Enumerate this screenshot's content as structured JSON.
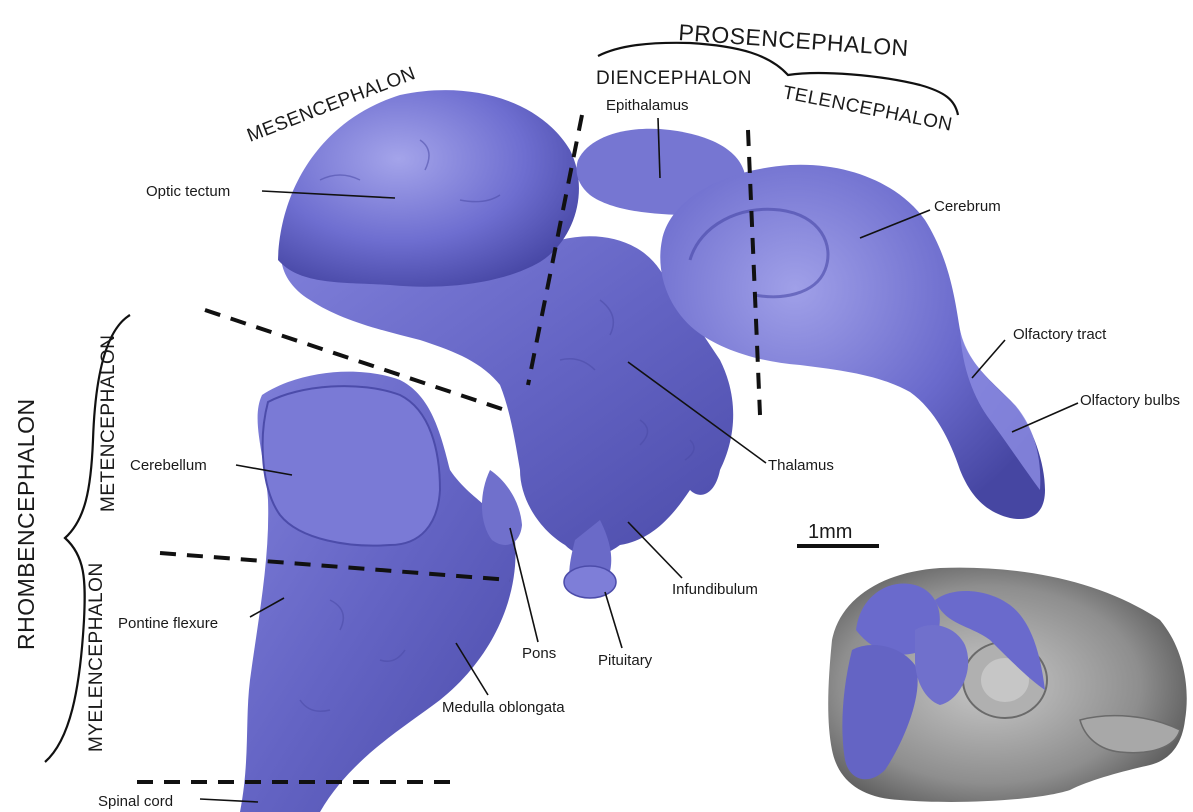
{
  "regions": {
    "prosencephalon": "PROSENCEPHALON",
    "diencephalon": "DIENCEPHALON",
    "telencephalon": "TELENCEPHALON",
    "mesencephalon": "MESENCEPHALON",
    "rhombencephalon": "RHOMBENCEPHALON",
    "metencephalon": "METENCEPHALON",
    "myelencephalon": "MYELENCEPHALON"
  },
  "labels": {
    "epithalamus": "Epithalamus",
    "optic_tectum": "Optic tectum",
    "cerebrum": "Cerebrum",
    "olfactory_tract": "Olfactory tract",
    "olfactory_bulbs": "Olfactory bulbs",
    "thalamus": "Thalamus",
    "cerebellum": "Cerebellum",
    "infundibulum": "Infundibulum",
    "pontine_flexure": "Pontine flexure",
    "pons": "Pons",
    "pituitary": "Pituitary",
    "medulla_oblongata": "Medulla oblongata",
    "spinal_cord": "Spinal cord"
  },
  "scale_bar": {
    "label": "1mm"
  },
  "colors": {
    "brain": "#6868c8",
    "brain_light": "#9a9ae6",
    "brain_dark": "#4a4aa6",
    "skull": "#9a9a9a",
    "leader": "#111111"
  }
}
